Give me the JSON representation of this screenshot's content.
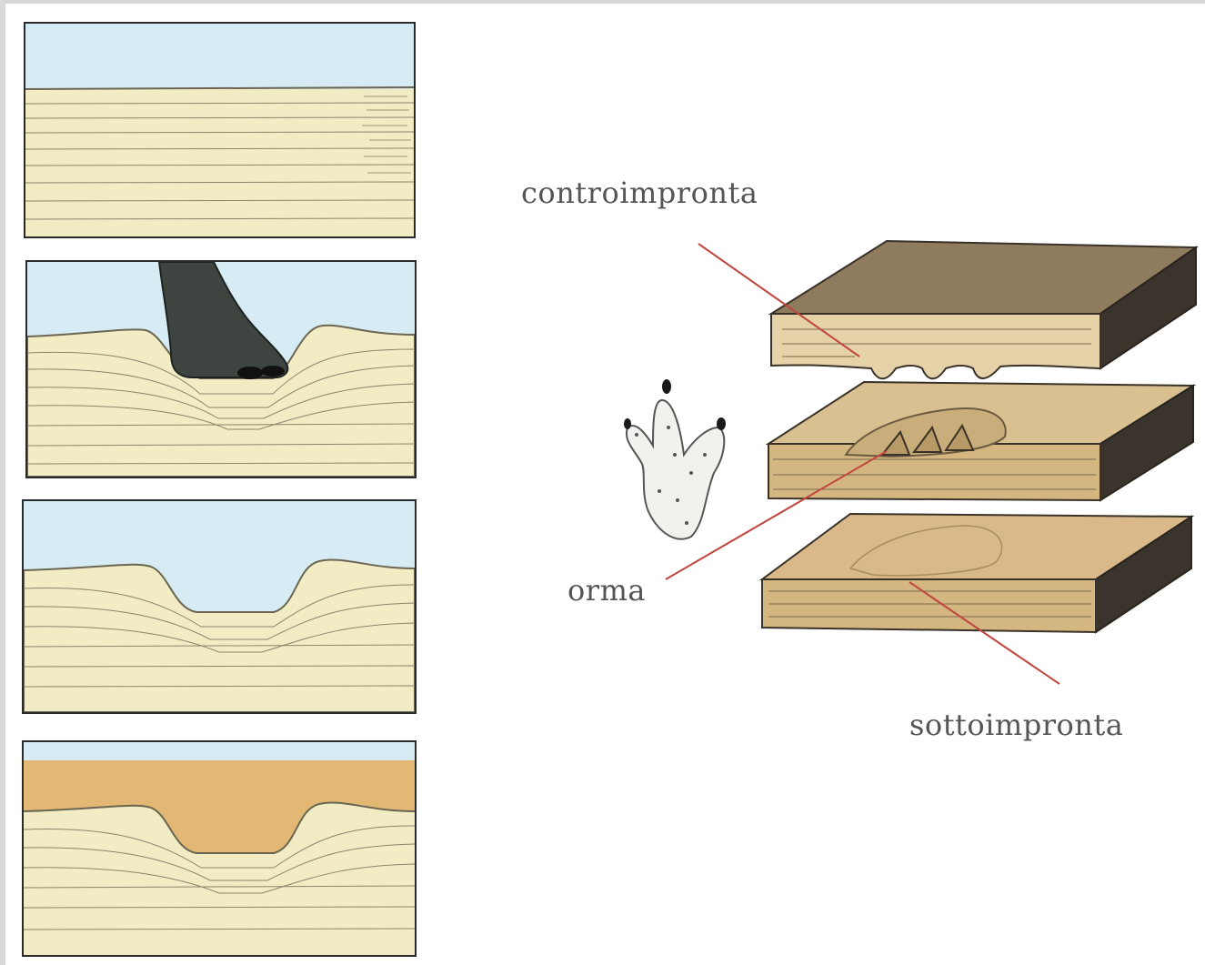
{
  "labels": {
    "controimpronta": "controimpronta",
    "orma": "orma",
    "sottoimpronta": "sottoimpronta"
  },
  "colors": {
    "water": "#d6ebf3",
    "sediment": "#f2ecc5",
    "infill": "#e2b874",
    "layer_top": "#8f7b5e",
    "layer_side": "#3b342c",
    "layer_front": "#d9c090",
    "leader": "#c0473f"
  }
}
